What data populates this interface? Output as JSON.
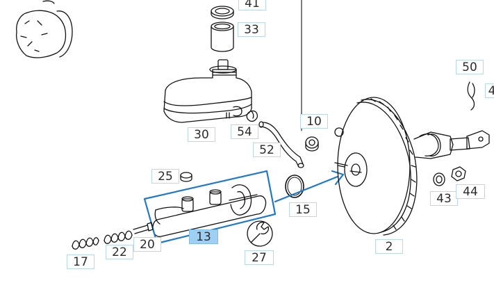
{
  "diagram": {
    "parts": [
      {
        "id": "41",
        "label": "41"
      },
      {
        "id": "33",
        "label": "33"
      },
      {
        "id": "50",
        "label": "50"
      },
      {
        "id": "4x",
        "label": "4"
      },
      {
        "id": "10",
        "label": "10"
      },
      {
        "id": "30",
        "label": "30"
      },
      {
        "id": "54",
        "label": "54"
      },
      {
        "id": "52",
        "label": "52"
      },
      {
        "id": "25",
        "label": "25"
      },
      {
        "id": "15",
        "label": "15"
      },
      {
        "id": "43",
        "label": "43"
      },
      {
        "id": "44",
        "label": "44"
      },
      {
        "id": "13",
        "label": "13"
      },
      {
        "id": "20",
        "label": "20"
      },
      {
        "id": "22",
        "label": "22"
      },
      {
        "id": "17",
        "label": "17"
      },
      {
        "id": "27",
        "label": "27"
      },
      {
        "id": "2",
        "label": "2"
      }
    ],
    "selected_part": "13",
    "colors": {
      "line": "#111111",
      "highlight_frame": "#1f78c8",
      "callout_border": "#b9d8ee",
      "callout_active_fill": "#9fd0f4"
    }
  }
}
